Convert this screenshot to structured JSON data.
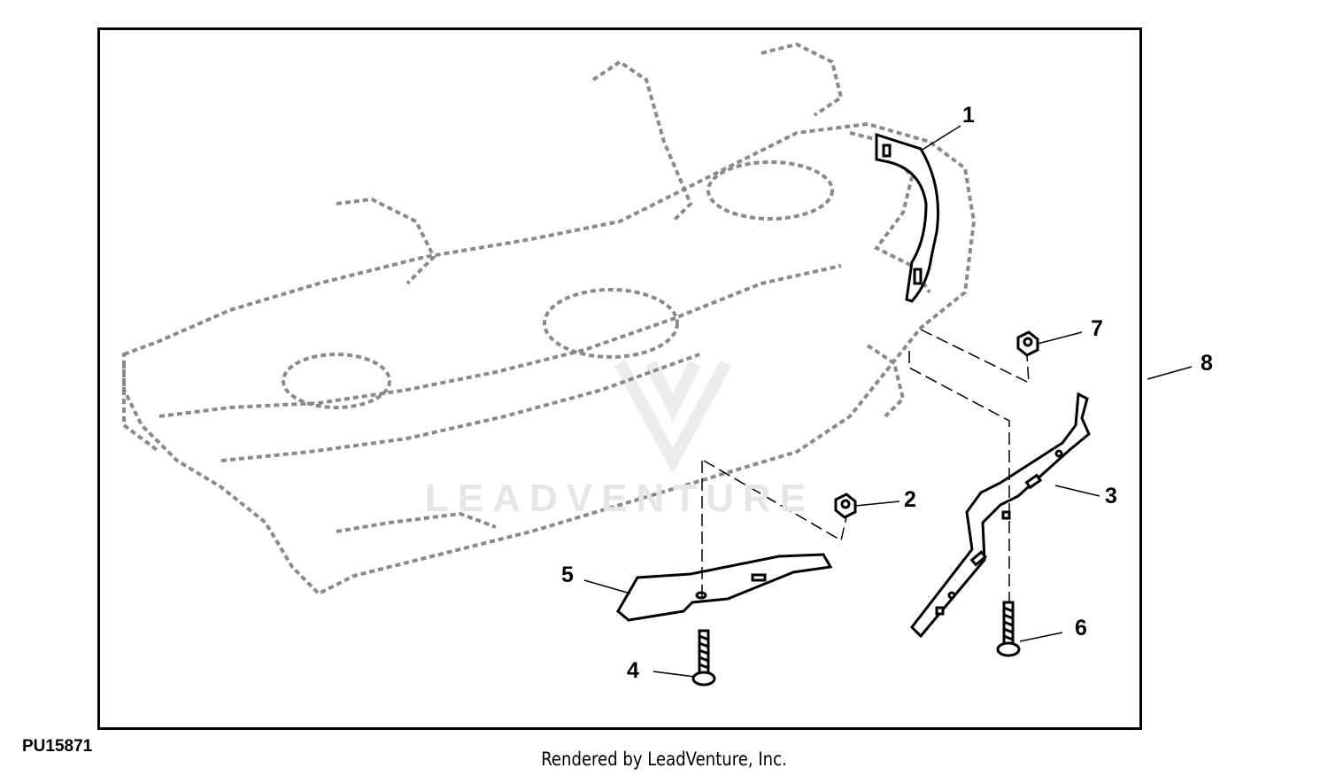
{
  "figure_id": "PU15871",
  "credit": "Rendered by LeadVenture, Inc.",
  "watermark_text": "LEADVENTURE",
  "callouts": [
    "1",
    "2",
    "3",
    "4",
    "5",
    "6",
    "7",
    "8"
  ],
  "colors": {
    "line": "#000000",
    "ghost": "#8a8a8a",
    "watermark": "#e6e6e6"
  }
}
